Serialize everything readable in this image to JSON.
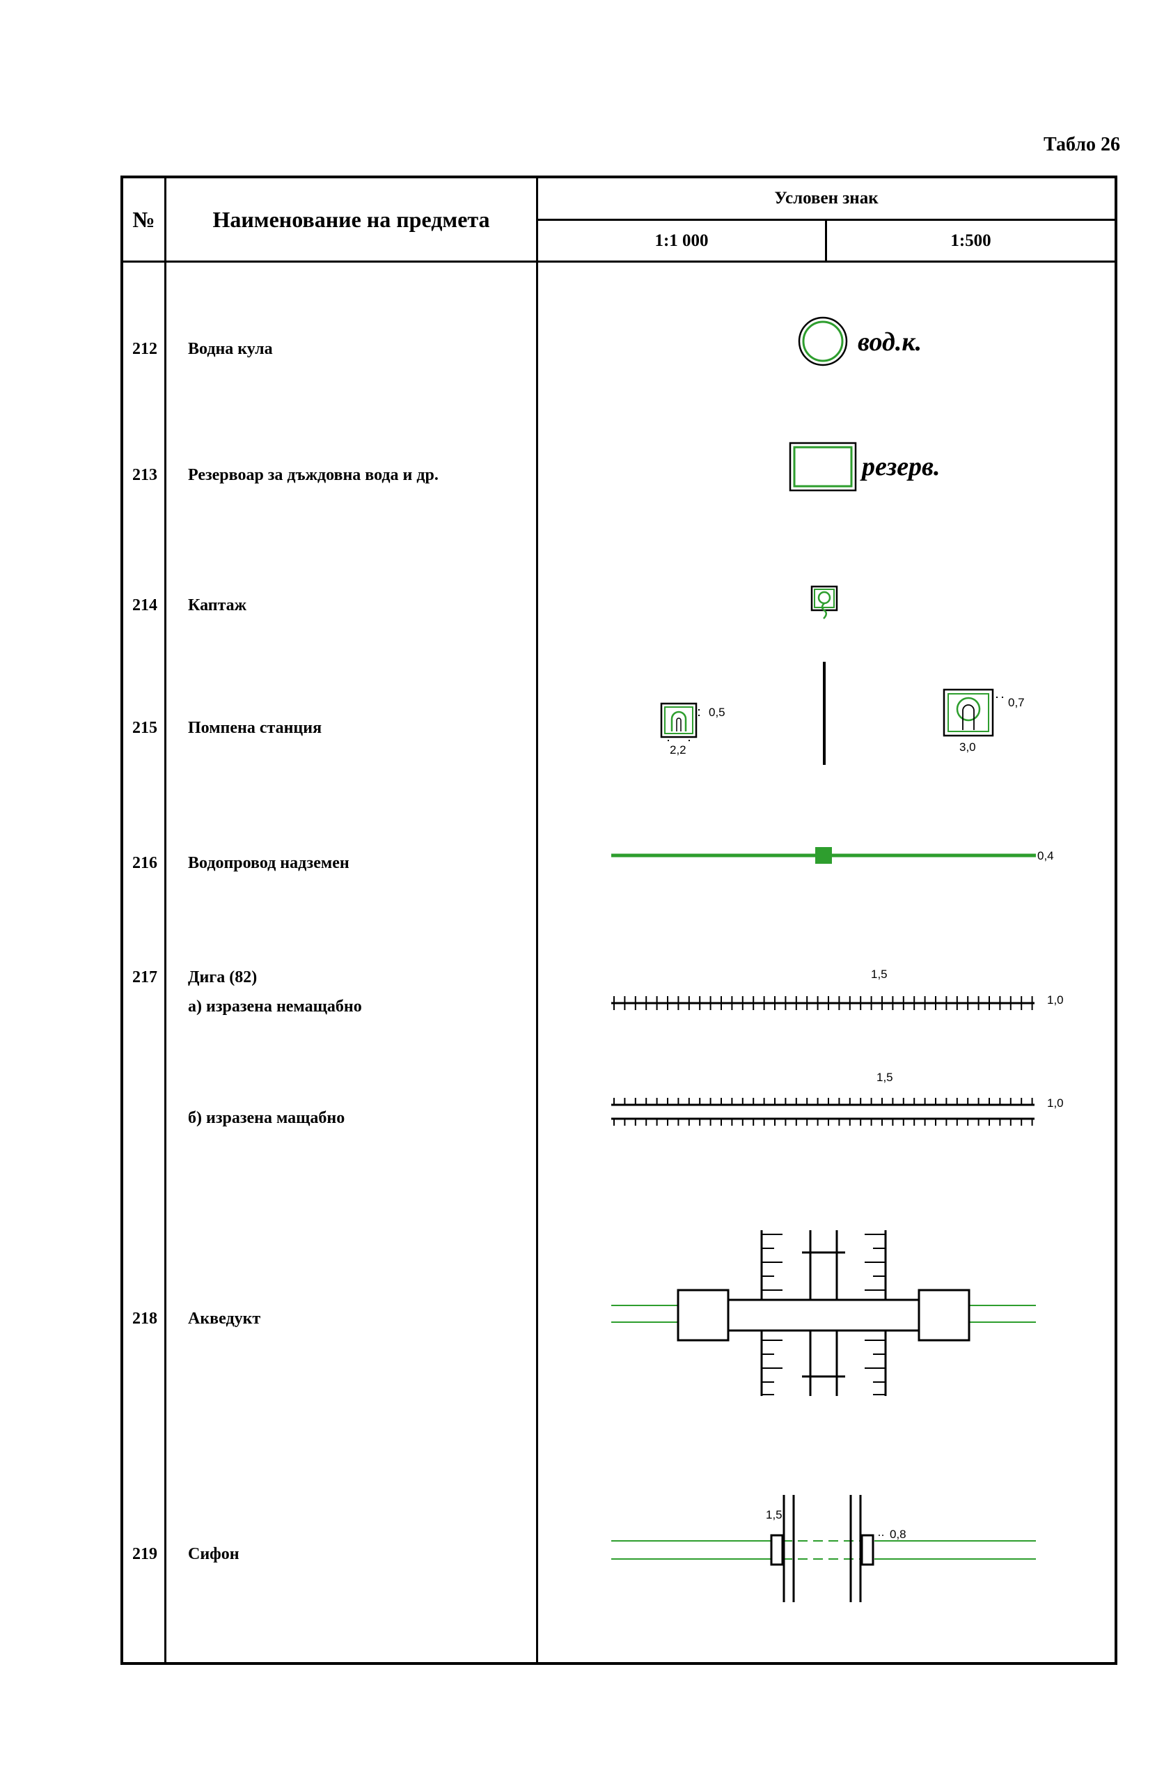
{
  "header": {
    "tablo_label": "Табло 26",
    "col_no": "№",
    "col_name": "Наименование на предмета",
    "col_symbol": "Условен знак",
    "scale_1000": "1:1 000",
    "scale_500": "1:500"
  },
  "rows": [
    {
      "no": "212",
      "name": "Водна кула",
      "label": "вод.к."
    },
    {
      "no": "213",
      "name": "Резервоар за дъждовна вода и др.",
      "label": "резерв."
    },
    {
      "no": "214",
      "name": "Каптаж"
    },
    {
      "no": "215",
      "name": "Помпена станция",
      "dims_1000": {
        "size": "2,2",
        "gap": "0,5"
      },
      "dims_500": {
        "size": "3,0",
        "gap": "0,7"
      }
    },
    {
      "no": "216",
      "name": "Водопровод надземен",
      "width": "0,4"
    },
    {
      "no": "217",
      "name": "Дига (82)",
      "sub_a": "а) изразена немащабно",
      "sub_b": "б) изразена мащабно",
      "a_spacing": "1,5",
      "a_tick": "1,0",
      "b_spacing": "1,5",
      "b_tick": "1,0"
    },
    {
      "no": "218",
      "name": "Акведукт"
    },
    {
      "no": "219",
      "name": "Сифон",
      "dim_a": "1,5",
      "dim_b": "0,8"
    }
  ],
  "colors": {
    "water_green": "#2e9e2e",
    "line": "#000000"
  }
}
